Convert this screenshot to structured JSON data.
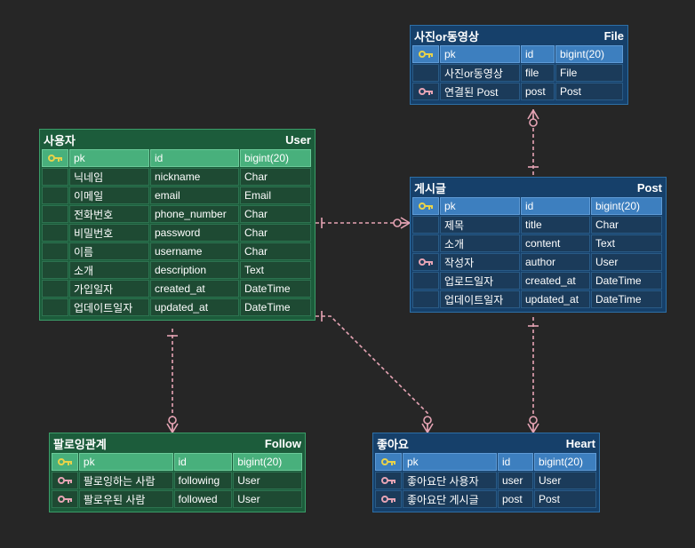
{
  "colors": {
    "green_table": "#1c5c3b",
    "blue_table": "#16406a",
    "link": "#e6a4b4",
    "pk_key": "#e8d24a",
    "fk_key": "#e6a4b4"
  },
  "tables": {
    "user": {
      "title": "사용자",
      "model": "User",
      "rows": [
        {
          "icon": "primary-key-icon",
          "label": "pk",
          "field": "id",
          "type": "bigint(20)"
        },
        {
          "icon": "",
          "label": "닉네임",
          "field": "nickname",
          "type": "Char"
        },
        {
          "icon": "",
          "label": "이메일",
          "field": "email",
          "type": "Email"
        },
        {
          "icon": "",
          "label": "전화번호",
          "field": "phone_number",
          "type": "Char"
        },
        {
          "icon": "",
          "label": "비밀번호",
          "field": "password",
          "type": "Char"
        },
        {
          "icon": "",
          "label": "이름",
          "field": "username",
          "type": "Char"
        },
        {
          "icon": "",
          "label": "소개",
          "field": "description",
          "type": "Text"
        },
        {
          "icon": "",
          "label": "가입일자",
          "field": "created_at",
          "type": "DateTime"
        },
        {
          "icon": "",
          "label": "업데이트일자",
          "field": "updated_at",
          "type": "DateTime"
        }
      ]
    },
    "file": {
      "title": "사진or동영상",
      "model": "File",
      "rows": [
        {
          "icon": "primary-key-icon",
          "label": "pk",
          "field": "id",
          "type": "bigint(20)"
        },
        {
          "icon": "",
          "label": "사진or동영상",
          "field": "file",
          "type": "File"
        },
        {
          "icon": "foreign-key-icon",
          "label": "연결된 Post",
          "field": "post",
          "type": "Post"
        }
      ]
    },
    "post": {
      "title": "게시글",
      "model": "Post",
      "rows": [
        {
          "icon": "primary-key-icon",
          "label": "pk",
          "field": "id",
          "type": "bigint(20)"
        },
        {
          "icon": "",
          "label": "제목",
          "field": "title",
          "type": "Char"
        },
        {
          "icon": "",
          "label": "소개",
          "field": "content",
          "type": "Text"
        },
        {
          "icon": "foreign-key-icon",
          "label": "작성자",
          "field": "author",
          "type": "User"
        },
        {
          "icon": "",
          "label": "업로드일자",
          "field": "created_at",
          "type": "DateTime"
        },
        {
          "icon": "",
          "label": "업데이트일자",
          "field": "updated_at",
          "type": "DateTime"
        }
      ]
    },
    "follow": {
      "title": "팔로잉관계",
      "model": "Follow",
      "rows": [
        {
          "icon": "primary-key-icon",
          "label": "pk",
          "field": "id",
          "type": "bigint(20)"
        },
        {
          "icon": "foreign-key-icon",
          "label": "팔로잉하는 사람",
          "field": "following",
          "type": "User"
        },
        {
          "icon": "foreign-key-icon",
          "label": "팔로우된 사람",
          "field": "followed",
          "type": "User"
        }
      ]
    },
    "heart": {
      "title": "좋아요",
      "model": "Heart",
      "rows": [
        {
          "icon": "primary-key-icon",
          "label": "pk",
          "field": "id",
          "type": "bigint(20)"
        },
        {
          "icon": "foreign-key-icon",
          "label": "좋아요단 사용자",
          "field": "user",
          "type": "User"
        },
        {
          "icon": "foreign-key-icon",
          "label": "좋아요단 게시글",
          "field": "post",
          "type": "Post"
        }
      ]
    }
  }
}
